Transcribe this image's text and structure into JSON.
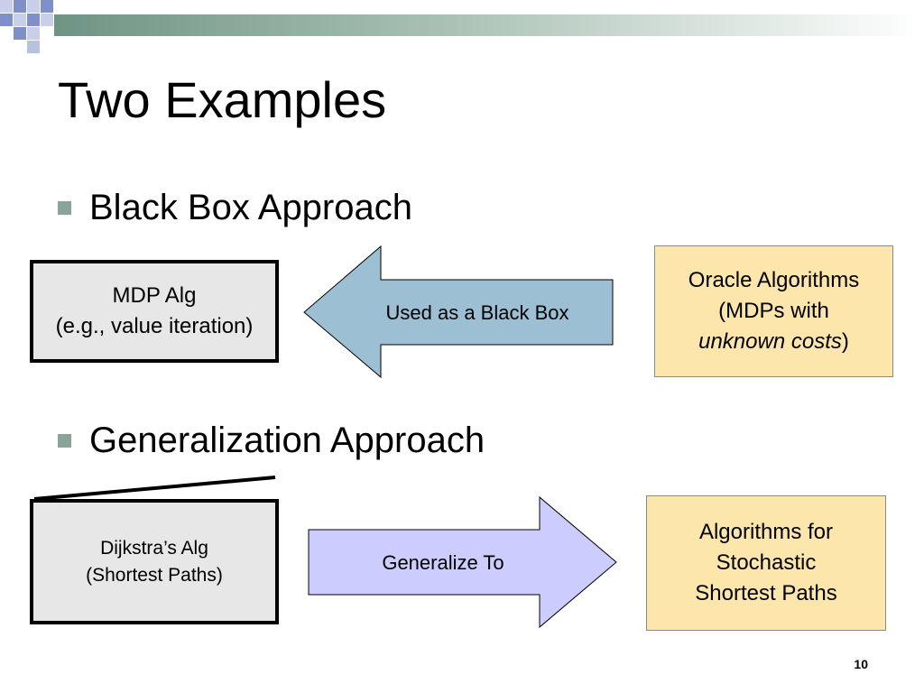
{
  "slide": {
    "title": "Two Examples",
    "page_number": "10"
  },
  "sections": [
    {
      "bullet": "Black Box Approach",
      "left_box": {
        "line1": "MDP Alg",
        "line2": "(e.g., value iteration)"
      },
      "arrow": {
        "label": "Used as a Black Box",
        "direction": "left",
        "color": "#9dbfd3"
      },
      "right_box": {
        "line1": "Oracle Algorithms",
        "line2": "(MDPs with",
        "line3_italic": "unknown costs",
        "line3_suffix": ")"
      }
    },
    {
      "bullet": "Generalization Approach",
      "left_box": {
        "line1": "Dijkstra’s Alg",
        "line2": "(Shortest Paths)"
      },
      "arrow": {
        "label": "Generalize To",
        "direction": "right",
        "color": "#ccccff"
      },
      "right_box": {
        "line1": "Algorithms for",
        "line2": "Stochastic",
        "line3": "Shortest Paths"
      }
    }
  ],
  "colors": {
    "bullet_square": "#8aa497",
    "alg_box_fill": "#e7e7e7",
    "oracle_box_fill": "#fce6ac"
  }
}
